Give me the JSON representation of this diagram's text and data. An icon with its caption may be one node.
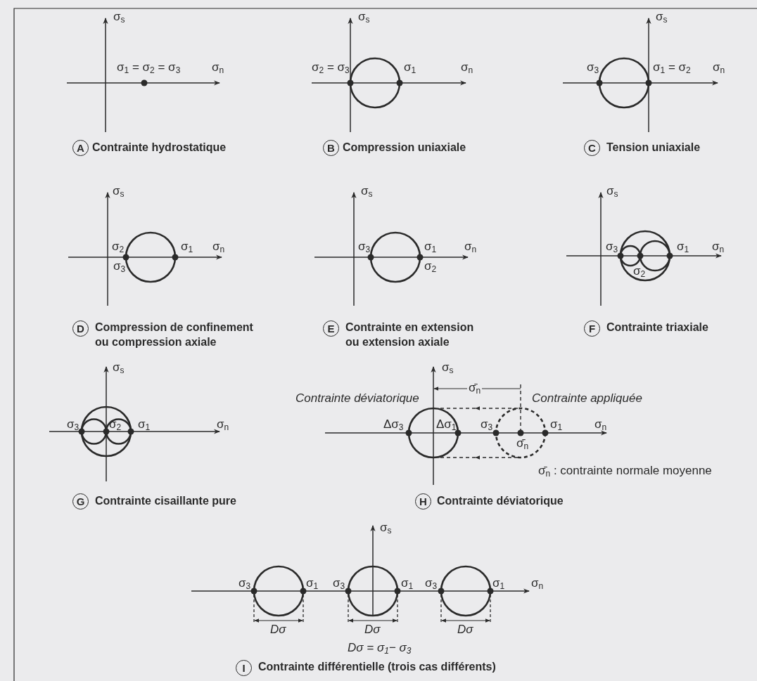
{
  "diagram": {
    "labels": [
      "σ$_{s}$",
      "σ$_{1}$ = σ$_{2}$ = σ$_{3}$",
      "σ$_{n}$",
      "A",
      "Contrainte hydrostatique",
      "σ$_{s}$",
      "σ$_{2}$ = σ$_{3}$",
      "σ$_{1}$",
      "σ$_{n}$",
      "B",
      "Compression uniaxiale",
      "σ$_{s}$",
      "σ$_{3}$",
      "σ$_{1}$ = σ$_{2}$",
      "σ$_{n}$",
      "C",
      "Tension uniaxiale",
      "σ$_{s}$",
      "σ$_{2}$",
      "σ$_{1}$",
      "σ$_{n}$",
      "σ$_{3}$",
      "D",
      "Compression de confinement ou compression axiale",
      "σ$_{s}$",
      "σ$_{3}$",
      "σ$_{1}$",
      "σ$_{n}$",
      "σ$_{2}$",
      "E",
      "Contrainte en extension ou extension axiale",
      "σ$_{s}$",
      "σ$_{3}$",
      "σ$_{1}$",
      "σ$_{n}$",
      "σ$_{2}$",
      "F",
      "Contrainte triaxiale",
      "σ$_{s}$",
      "σ$_{3}$",
      "σ$_{2}$",
      "σ$_{1}$",
      "σ$_{n}$",
      "G",
      "Contrainte cisaillante pure",
      "σ$_{s}$",
      "σ̄$_{n}$",
      "Contrainte déviatorique",
      "Contrainte appliquée",
      "Δσ$_{3}$",
      "Δσ$_{1}$",
      "σ$_{3}$",
      "σ$_{1}$",
      "σ$_{n}$",
      "σ̄$_{n}$",
      "σ̄$_{n}$ : contrainte normale moyenne",
      "H",
      "Contrainte déviatorique",
      "σ$_{s}$",
      "σ$_{3}$",
      "σ$_{1}$",
      "σ$_{3}$",
      "σ$_{1}$",
      "σ$_{3}$",
      "σ$_{1}$",
      "σ$_{n}$",
      "Dσ",
      "Dσ",
      "Dσ",
      "Dσ = σ$_{1}$− σ$_{3}$",
      "I",
      "Contrainte différentielle (trois cas différents)"
    ]
  }
}
